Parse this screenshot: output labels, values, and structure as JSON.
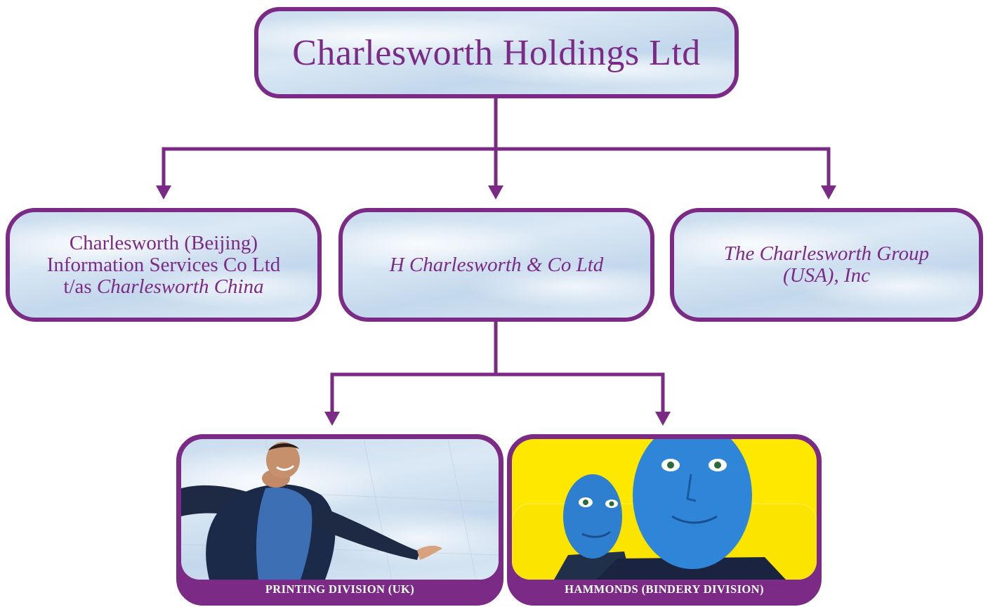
{
  "top": {
    "name": "Charlesworth Holdings Ltd"
  },
  "subsidiaries": {
    "beijing": {
      "line1": "Charlesworth (Beijing)",
      "line2": "Information Services Co Ltd",
      "line3_prefix": "t/as ",
      "line3_italic": "Charlesworth China"
    },
    "uk": {
      "name": "H Charlesworth & Co Ltd"
    },
    "usa": {
      "line1": "The Charlesworth Group",
      "line2": "(USA), Inc"
    }
  },
  "divisions": {
    "printing": {
      "caption": "PRINTING DIVISION (UK)"
    },
    "bindery": {
      "caption": "HAMMONDS (BINDERY DIVISION)"
    }
  },
  "colors": {
    "accent": "#7b2a86",
    "box_fill": "#d3e3f1",
    "bindery_bg": "#ffe800"
  }
}
